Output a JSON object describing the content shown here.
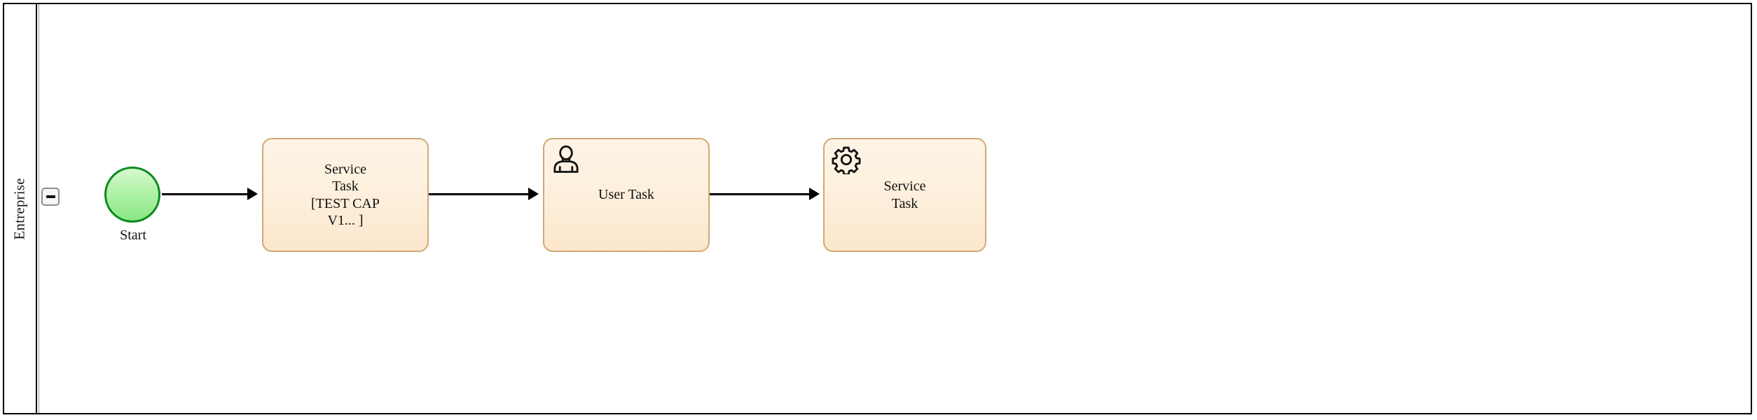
{
  "diagram": {
    "type": "bpmn-process",
    "pool": {
      "lane_label": "Entreprise",
      "collapse_button_icon": "minus-icon",
      "collapse_button_state": "expanded"
    },
    "nodes": [
      {
        "id": "start",
        "kind": "start-event",
        "label": "Start",
        "icon": null,
        "fill": "#a9f0a0",
        "stroke": "#0a8a1e"
      },
      {
        "id": "service-task-1",
        "kind": "service-task",
        "label": "Service\nTask\n[TEST CAP\nV1... ]",
        "icon": null,
        "fill": "#fdf0dd",
        "stroke": "#d2a973"
      },
      {
        "id": "user-task-1",
        "kind": "user-task",
        "label": "User Task",
        "icon": "user-icon",
        "fill": "#fdf0dd",
        "stroke": "#d2a973"
      },
      {
        "id": "service-task-2",
        "kind": "service-task",
        "label": "Service\nTask",
        "icon": "gear-icon",
        "fill": "#fdf0dd",
        "stroke": "#d2a973"
      }
    ],
    "flows": [
      {
        "from": "start",
        "to": "service-task-1",
        "label": ""
      },
      {
        "from": "service-task-1",
        "to": "user-task-1",
        "label": ""
      },
      {
        "from": "user-task-1",
        "to": "service-task-2",
        "label": ""
      }
    ],
    "colors": {
      "task_fill": "#fdf0dd",
      "task_stroke": "#d2a973",
      "start_fill": "#a9f0a0",
      "start_stroke": "#0a8a1e",
      "pool_stroke": "#000000",
      "connector": "#000000"
    }
  }
}
